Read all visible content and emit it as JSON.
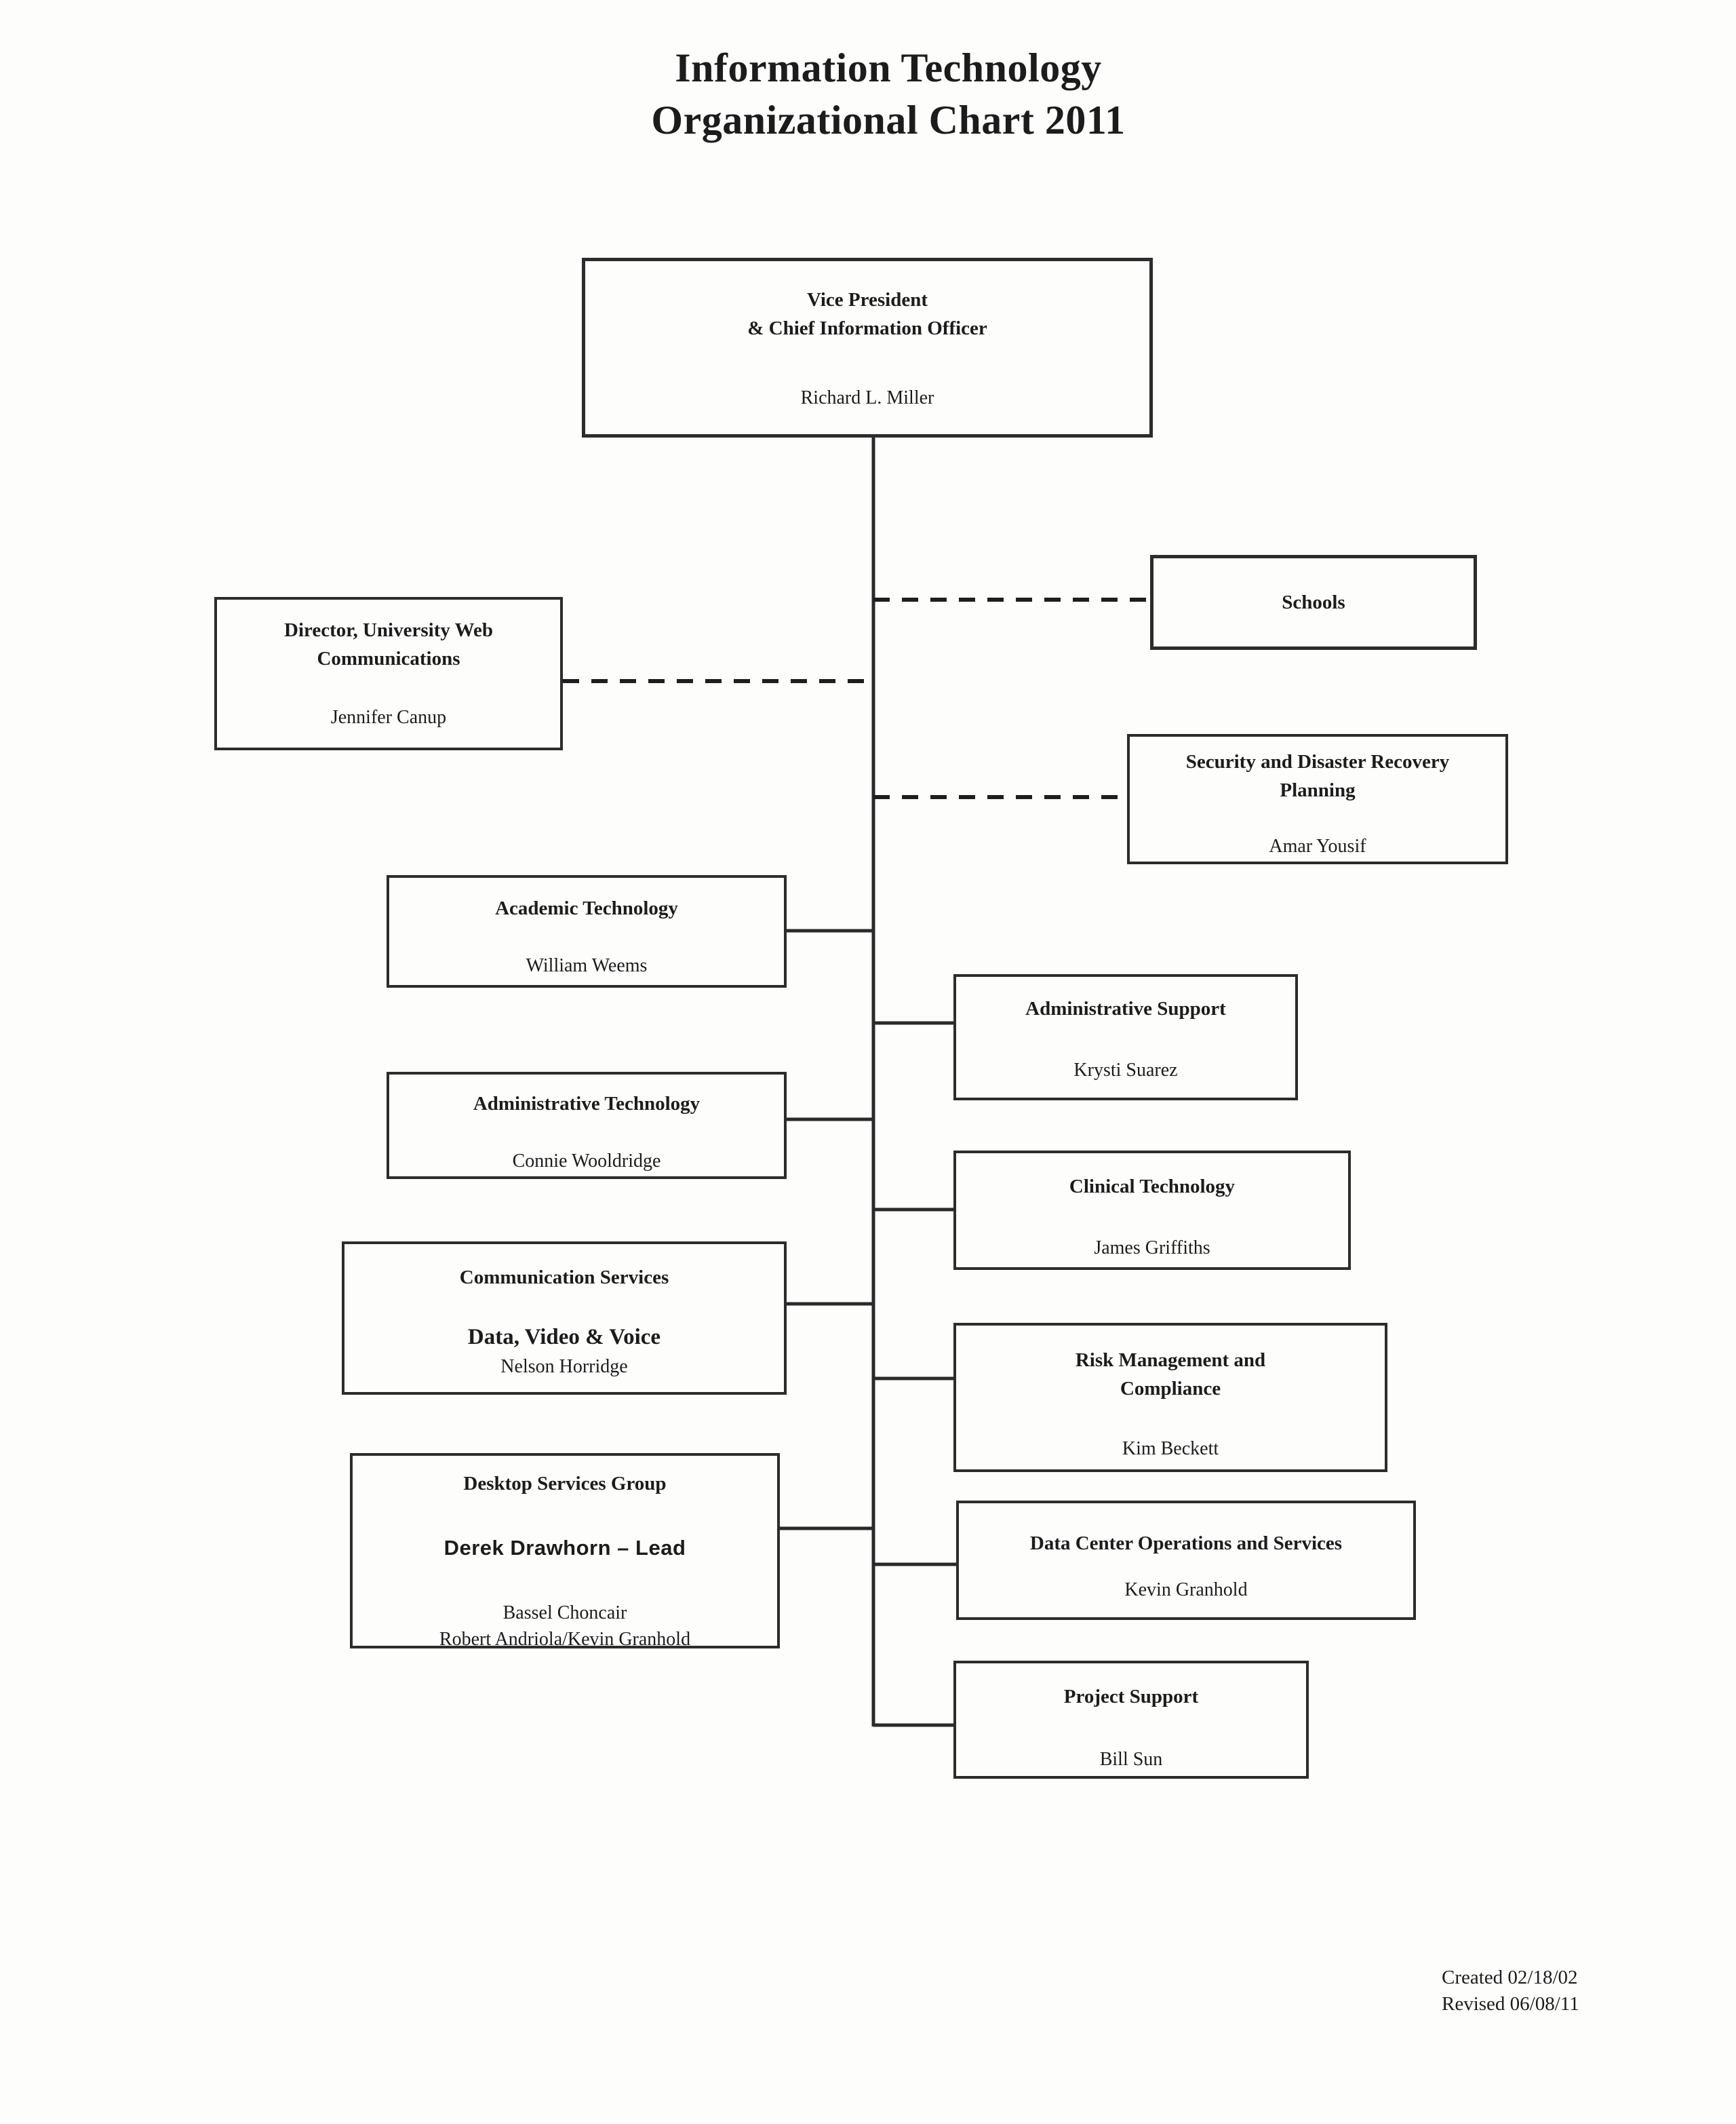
{
  "page": {
    "title": "Information Technology\nOrganizational Chart 2011",
    "footer_created": "Created 02/18/02",
    "footer_revised": "Revised 06/08/11"
  },
  "colors": {
    "background": "#fdfdfc",
    "box_border": "#2c2c2c",
    "text": "#1c1c1c",
    "connector_solid": "#2a2a2a",
    "connector_dashed": "#1e1e1e"
  },
  "nodes": {
    "vice_president": {
      "title": "Vice President\n& Chief Information Officer",
      "person": "Richard L. Miller"
    },
    "schools": {
      "title": "Schools"
    },
    "web_communications": {
      "title": "Director, University Web\nCommunications",
      "person": "Jennifer Canup"
    },
    "security_disaster_recovery": {
      "title": "Security and Disaster Recovery\nPlanning",
      "person": "Amar Yousif"
    },
    "academic_technology": {
      "title": "Academic Technology",
      "person": "William Weems"
    },
    "administrative_support": {
      "title": "Administrative Support",
      "person": "Krysti Suarez"
    },
    "administrative_technology": {
      "title": "Administrative Technology",
      "person": "Connie Wooldridge"
    },
    "clinical_technology": {
      "title": "Clinical Technology",
      "person": "James Griffiths"
    },
    "communication_services": {
      "title": "Communication Services",
      "subtitle": "Data, Video & Voice",
      "person": "Nelson Horridge"
    },
    "risk_management": {
      "title": "Risk Management and\nCompliance",
      "person": "Kim Beckett"
    },
    "desktop_services": {
      "title": "Desktop Services Group",
      "lead": "Derek Drawhorn – Lead",
      "staff": "Bassel Choncair\nRobert Andriola/Kevin Granhold"
    },
    "data_center": {
      "title": "Data Center Operations and Services",
      "person": "Kevin Granhold"
    },
    "project_support": {
      "title": "Project Support",
      "person": "Bill Sun"
    }
  }
}
